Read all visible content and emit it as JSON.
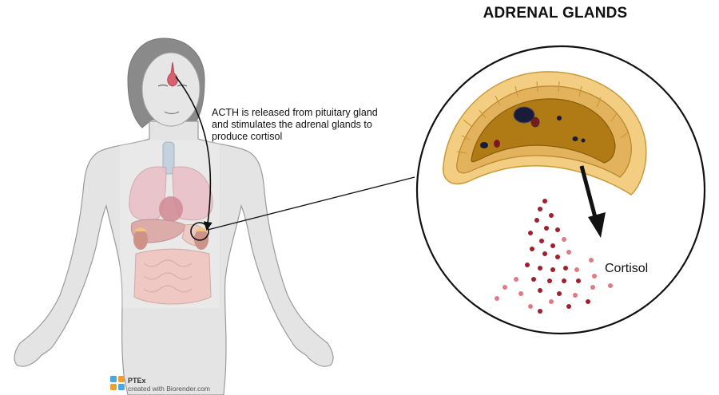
{
  "title": "ADRENAL GLANDS",
  "annotation": {
    "line1": "ACTH is released from pituitary gland",
    "line2": "and stimulates the adrenal glands to",
    "line3": "produce cortisol"
  },
  "cortisol_label": "Cortisol",
  "watermark": {
    "org": "PTEx",
    "credit": "created with Biorender.com"
  },
  "colors": {
    "body_fill": "#e4e4e4",
    "body_stroke": "#9a9a9a",
    "hair": "#8a8a8a",
    "pituitary": "#d86070",
    "organs": "#e8b0ae",
    "adrenal_outer": "#f2cd82",
    "adrenal_cortex": "#d8a24a",
    "adrenal_medulla": "#b07a14",
    "cortisol_dark": "#a0202c",
    "cortisol_light": "#e07a84",
    "arrow": "#111111"
  }
}
